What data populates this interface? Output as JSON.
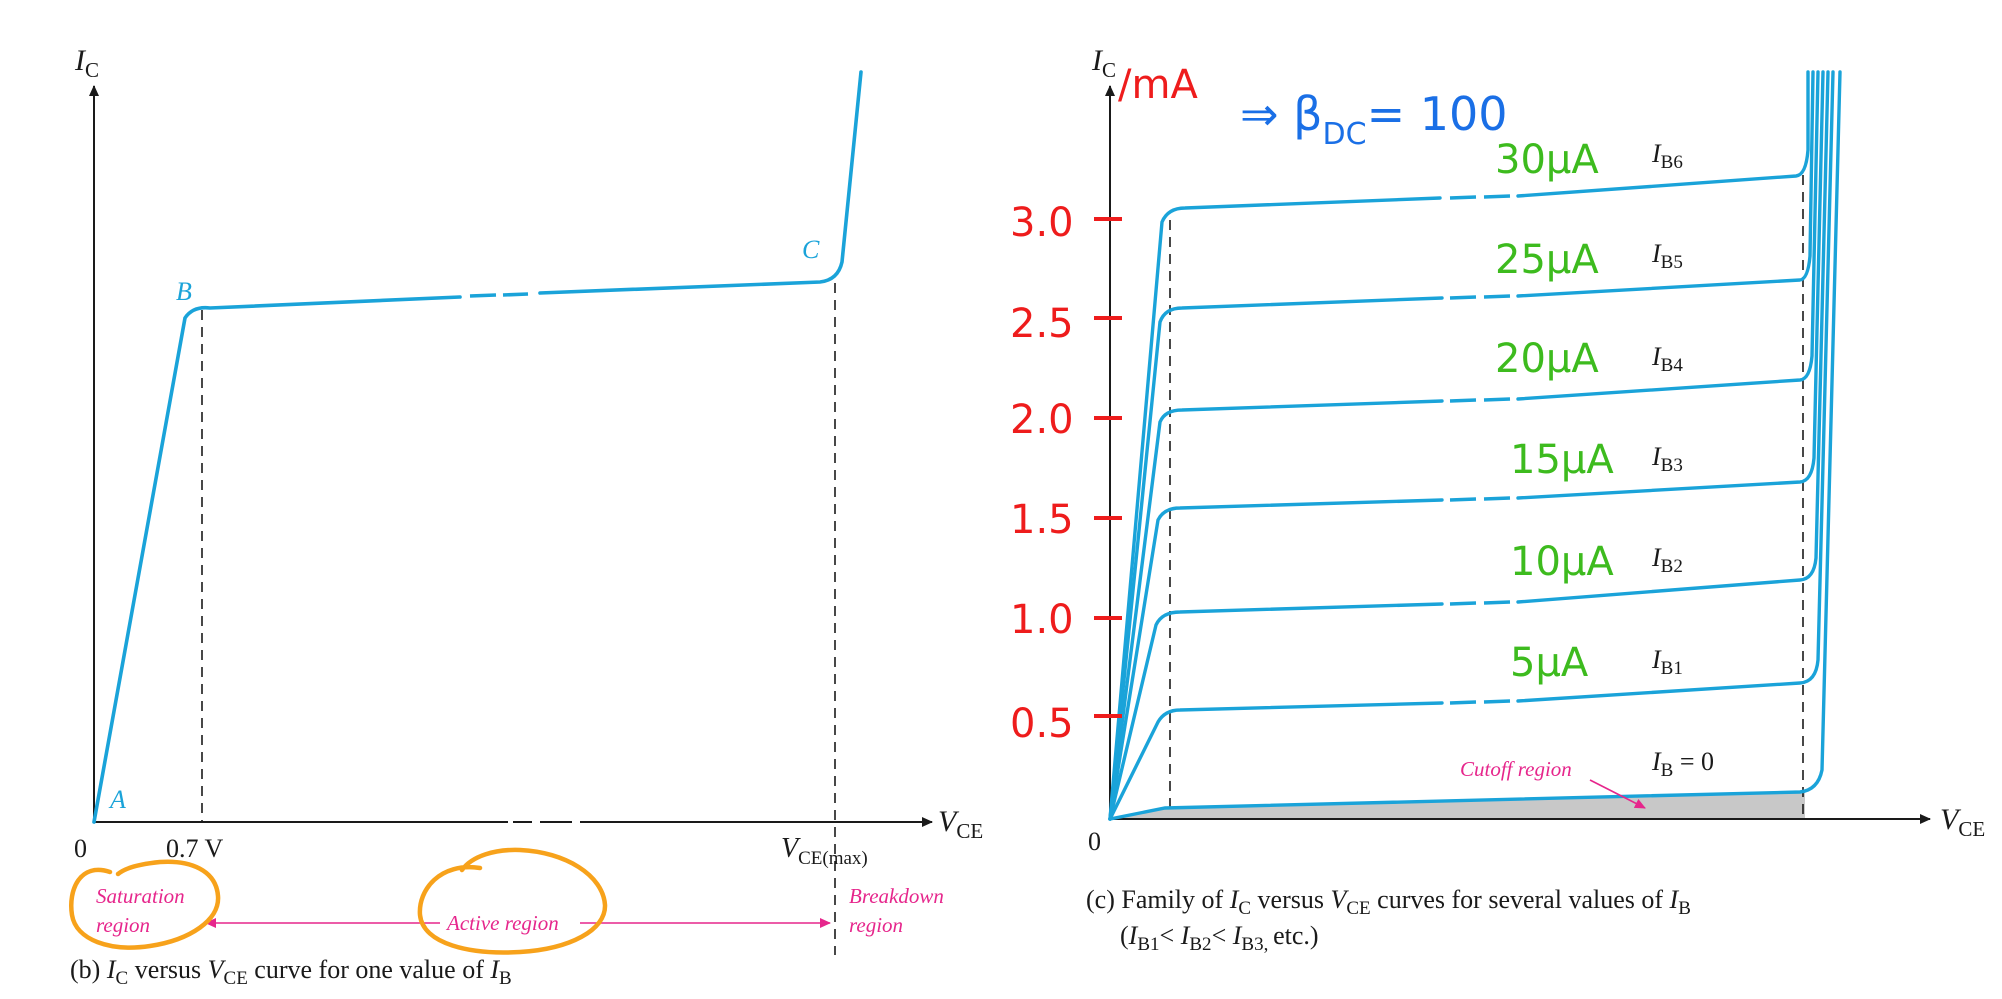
{
  "colors": {
    "curve": "#1aa3d9",
    "axis": "#1a1a1a",
    "magenta": "#e6268c",
    "red_ink": "#ee1c1c",
    "blue_ink": "#1a6fe6",
    "green_ink": "#3dbb1e",
    "orange_ink": "#f7a21b",
    "cutoff_fill": "#c8c8c8"
  },
  "left_panel": {
    "y_axis_label": "I",
    "y_axis_sub": "C",
    "x_axis_label": "V",
    "x_axis_sub": "CE",
    "origin": "0",
    "tick_07": "0.7 V",
    "tick_vmax": "V",
    "tick_vmax_sub": "CE(max)",
    "point_a": "A",
    "point_b": "B",
    "point_c": "C",
    "saturation_line1": "Saturation",
    "saturation_line2": "region",
    "active": "Active region",
    "breakdown_line1": "Breakdown",
    "breakdown_line2": "region",
    "caption_prefix": "(b) ",
    "caption_i": "I",
    "caption_i_sub": "C",
    "caption_mid": " versus ",
    "caption_v": "V",
    "caption_v_sub": "CE",
    "caption_tail": " curve for one value of ",
    "caption_ib": "I",
    "caption_ib_sub": "B"
  },
  "right_panel": {
    "y_axis_label": "I",
    "y_axis_sub": "C",
    "y_unit": "/mA",
    "beta_note": "⇒ β",
    "beta_sub": "DC",
    "beta_value": "= 100",
    "x_axis_label": "V",
    "x_axis_sub": "CE",
    "origin": "0",
    "y_ticks": [
      "3.0",
      "2.5",
      "2.0",
      "1.5",
      "1.0",
      "0.5"
    ],
    "base_currents": [
      {
        "handwritten": "30μA",
        "label": "I",
        "sub": "B6"
      },
      {
        "handwritten": "25μA",
        "label": "I",
        "sub": "B5"
      },
      {
        "handwritten": "20μA",
        "label": "I",
        "sub": "B4"
      },
      {
        "handwritten": "15μA",
        "label": "I",
        "sub": "B3"
      },
      {
        "handwritten": "10μA",
        "label": "I",
        "sub": "B2"
      },
      {
        "handwritten": "5μA",
        "label": "I",
        "sub": "B1"
      }
    ],
    "ib_zero_label": "I",
    "ib_zero_sub": "B",
    "ib_zero_tail": " = 0",
    "cutoff": "Cutoff region",
    "caption1_prefix": "(c) Family of ",
    "caption1_i": "I",
    "caption1_i_sub": "C",
    "caption1_mid": " versus ",
    "caption1_v": "V",
    "caption1_v_sub": "CE",
    "caption1_tail": " curves for several values of ",
    "caption1_ib": "I",
    "caption1_ib_sub": "B",
    "caption2_open": "(",
    "caption2_i1": "I",
    "caption2_s1": "B1",
    "caption2_lt1": "< ",
    "caption2_i2": "I",
    "caption2_s2": "B2",
    "caption2_lt2": "< ",
    "caption2_i3": "I",
    "caption2_s3": "B3, ",
    "caption2_tail": "etc.)"
  }
}
